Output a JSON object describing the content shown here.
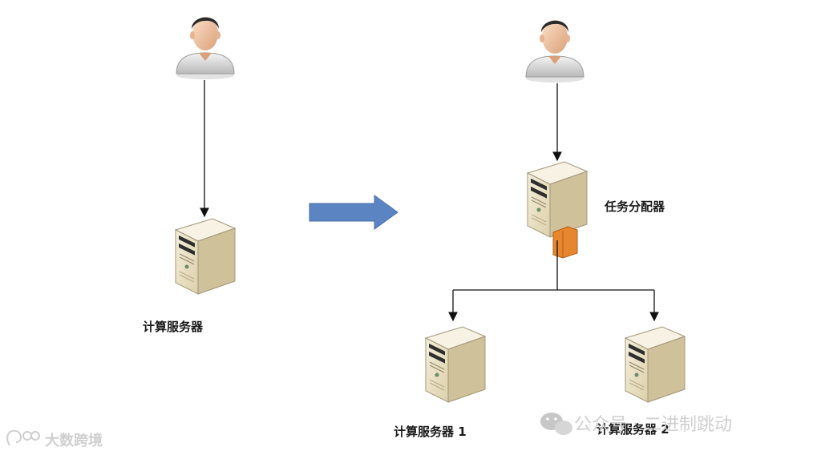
{
  "labels": {
    "compute_server": "计算服务器",
    "dispatcher": "任务分配器",
    "server_1": "计算服务器 1",
    "server_2": "计算服务器 2"
  },
  "watermarks": {
    "left": "大数跨境",
    "right": "公众号 · 二进制跳动"
  },
  "colors": {
    "arrow_fill": "#5b84c2",
    "server_body": "#eae2c7",
    "server_side": "#c9bc94",
    "orange_block": "#e6862f"
  }
}
